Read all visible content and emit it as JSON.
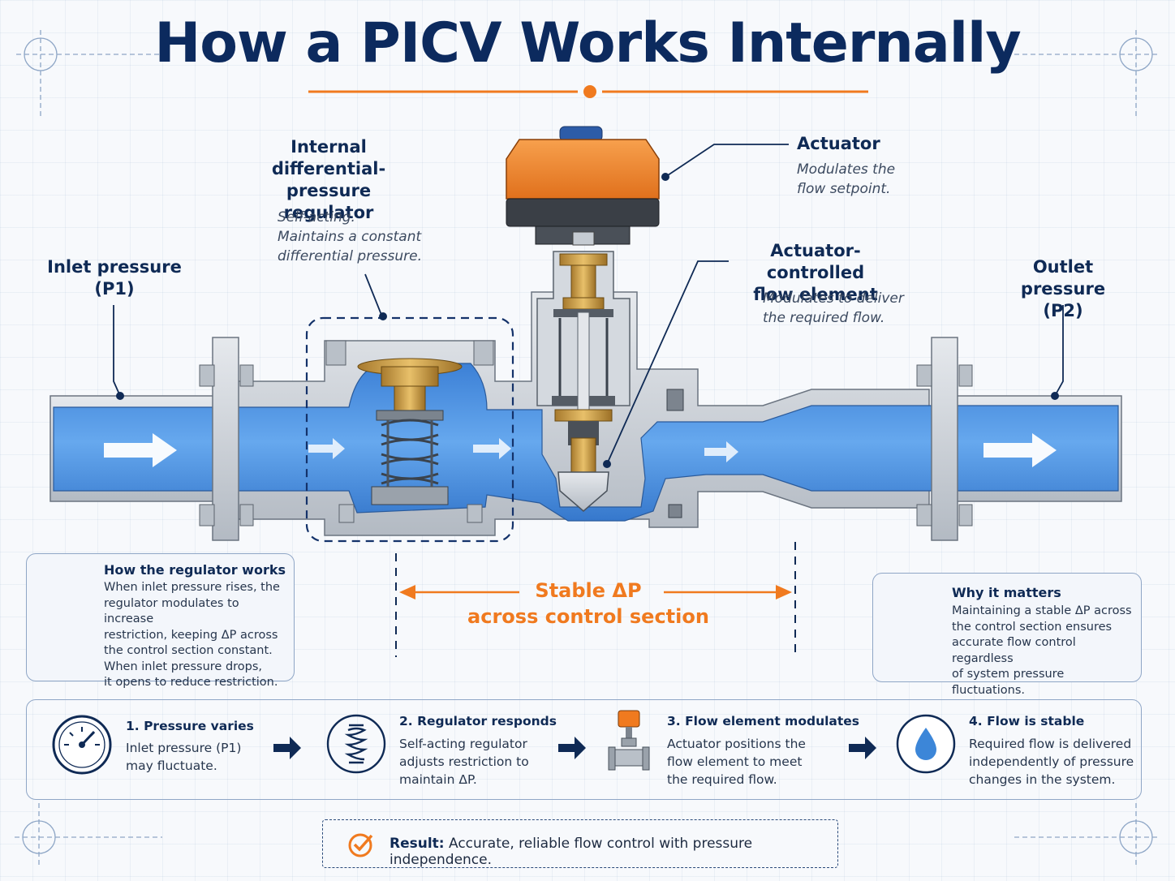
{
  "title": "How a PICV Works Internally",
  "labels": {
    "regulator": {
      "heading": [
        "Internal",
        "differential-pressure",
        "regulator"
      ],
      "desc": [
        "Self-acting.",
        "Maintains a constant",
        "differential pressure."
      ]
    },
    "actuator": {
      "heading": "Actuator",
      "desc": [
        "Modulates the",
        "flow setpoint."
      ]
    },
    "flow_element": {
      "heading": [
        "Actuator-controlled",
        "flow element"
      ],
      "desc": [
        "Modulates to deliver",
        "the required flow."
      ]
    },
    "inlet": [
      "Inlet pressure",
      "(P1)"
    ],
    "outlet": [
      "Outlet pressure",
      "(P2)"
    ],
    "stable_dp": [
      "Stable ΔP",
      "across control section"
    ]
  },
  "regulator_box": {
    "title": "How the regulator works",
    "lines": [
      "When inlet pressure rises, the",
      "regulator modulates to increase",
      "restriction, keeping ΔP across",
      "the control section constant.",
      "When inlet pressure drops,",
      "it opens to reduce restriction."
    ],
    "icon": "spring-icon"
  },
  "why_box": {
    "title": "Why it matters",
    "lines": [
      "Maintaining a stable ΔP across",
      "the control section ensures",
      "accurate flow control regardless",
      "of system pressure fluctuations."
    ],
    "icon": "shield-check-icon"
  },
  "steps": [
    {
      "title": "1. Pressure varies",
      "lines": [
        "Inlet pressure (P1)",
        "may fluctuate."
      ],
      "icon": "gauge-icon"
    },
    {
      "title": "2. Regulator responds",
      "lines": [
        "Self-acting regulator",
        "adjusts restriction to",
        "maintain ΔP."
      ],
      "icon": "spring-icon"
    },
    {
      "title": "3. Flow element modulates",
      "lines": [
        "Actuator positions the",
        "flow element to meet",
        "the required flow."
      ],
      "icon": "valve-icon"
    },
    {
      "title": "4. Flow is stable",
      "lines": [
        "Required flow is delivered",
        "independently of pressure",
        "changes in the system."
      ],
      "icon": "water-drop-icon"
    }
  ],
  "result": {
    "bold": "Result:",
    "text": " Accurate, reliable flow control with pressure independence.",
    "icon": "check-circle-icon"
  },
  "colors": {
    "navy": "#0c2a5e",
    "orange": "#f07a1f",
    "water": "#4a8fdc",
    "steel": "#c9cfd6"
  }
}
